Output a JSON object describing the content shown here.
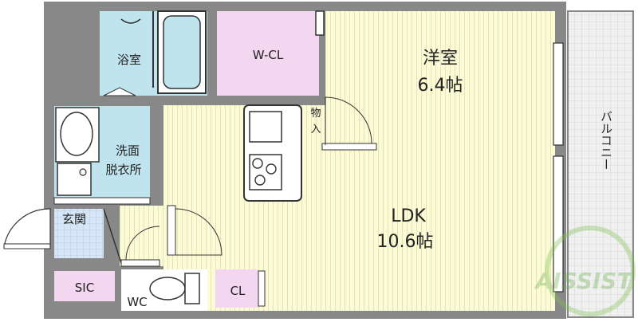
{
  "rooms": {
    "bath": "浴室",
    "wcl": "W-CL",
    "western": "洋室",
    "western_size": "6.4帖",
    "storage_1": "物",
    "storage_2": "入",
    "washroom_1": "洗面",
    "washroom_2": "脱衣所",
    "entrance": "玄関",
    "ldk": "LDK",
    "ldk_size": "10.6帖",
    "sic": "SIC",
    "wc": "WC",
    "cl": "CL",
    "balcony": "バルコニー"
  },
  "watermark": "AISSIST",
  "colors": {
    "wall": "#7d7d7d",
    "bath": "#bfe4ee",
    "closet": "#f3d6ef",
    "floor": "#fbfbd6",
    "tile": "#d6e6f7"
  }
}
